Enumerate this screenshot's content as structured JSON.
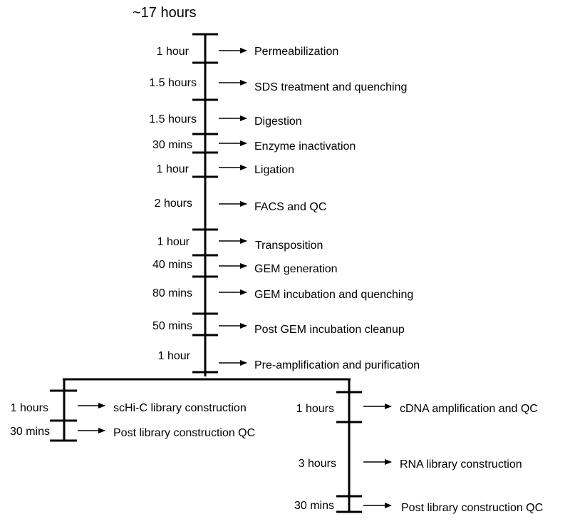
{
  "total": "~17 hours",
  "main_steps": [
    {
      "duration": "1 hour",
      "label": "Permeabilization"
    },
    {
      "duration": "1.5 hours",
      "label": "SDS treatment and quenching"
    },
    {
      "duration": "1.5 hours",
      "label": "Digestion"
    },
    {
      "duration": "30 mins",
      "label": "Enzyme inactivation"
    },
    {
      "duration": "1 hour",
      "label": "Ligation"
    },
    {
      "duration": "2 hours",
      "label": "FACS and QC"
    },
    {
      "duration": "1 hour",
      "label": "Transposition"
    },
    {
      "duration": "40 mins",
      "label": "GEM generation"
    },
    {
      "duration": "80 mins",
      "label": "GEM incubation and quenching"
    },
    {
      "duration": "50 mins",
      "label": "Post GEM incubation cleanup"
    },
    {
      "duration": "1 hour",
      "label": "Pre-amplification and purification"
    }
  ],
  "left_branch": [
    {
      "duration": "1 hours",
      "label": "scHi-C library construction"
    },
    {
      "duration": "30 mins",
      "label": "Post library construction QC"
    }
  ],
  "right_branch": [
    {
      "duration": "1 hours",
      "label": "cDNA amplification and QC"
    },
    {
      "duration": "3 hours",
      "label": "RNA library construction"
    },
    {
      "duration": "30 mins",
      "label": "Post library construction QC"
    }
  ]
}
